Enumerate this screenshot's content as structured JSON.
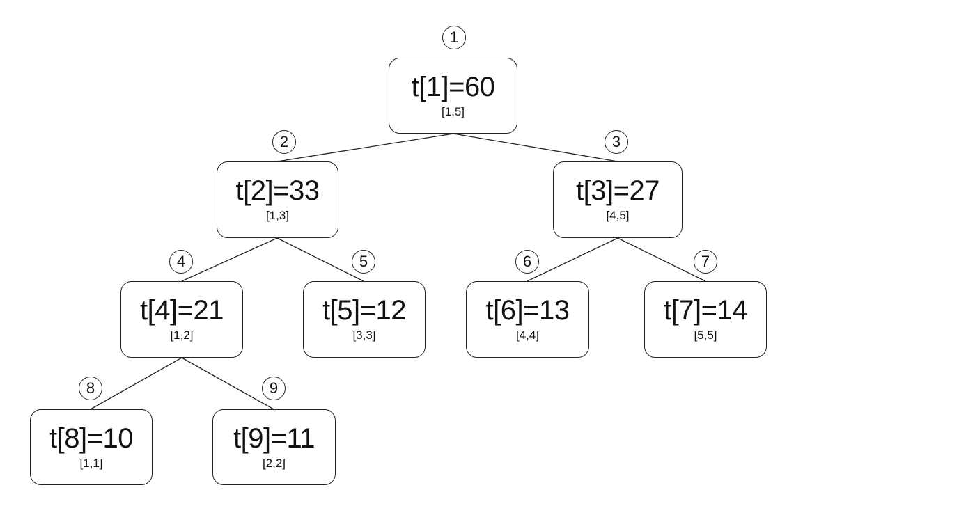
{
  "tree": {
    "nodes": [
      {
        "index": "1",
        "label": "t[1]=60",
        "range": "[1,5]"
      },
      {
        "index": "2",
        "label": "t[2]=33",
        "range": "[1,3]"
      },
      {
        "index": "3",
        "label": "t[3]=27",
        "range": "[4,5]"
      },
      {
        "index": "4",
        "label": "t[4]=21",
        "range": "[1,2]"
      },
      {
        "index": "5",
        "label": "t[5]=12",
        "range": "[3,3]"
      },
      {
        "index": "6",
        "label": "t[6]=13",
        "range": "[4,4]"
      },
      {
        "index": "7",
        "label": "t[7]=14",
        "range": "[5,5]"
      },
      {
        "index": "8",
        "label": "t[8]=10",
        "range": "[1,1]"
      },
      {
        "index": "9",
        "label": "t[9]=11",
        "range": "[2,2]"
      }
    ],
    "edges": [
      {
        "from": "1",
        "to": "2"
      },
      {
        "from": "1",
        "to": "3"
      },
      {
        "from": "2",
        "to": "4"
      },
      {
        "from": "2",
        "to": "5"
      },
      {
        "from": "3",
        "to": "6"
      },
      {
        "from": "3",
        "to": "7"
      },
      {
        "from": "4",
        "to": "8"
      },
      {
        "from": "4",
        "to": "9"
      }
    ]
  }
}
